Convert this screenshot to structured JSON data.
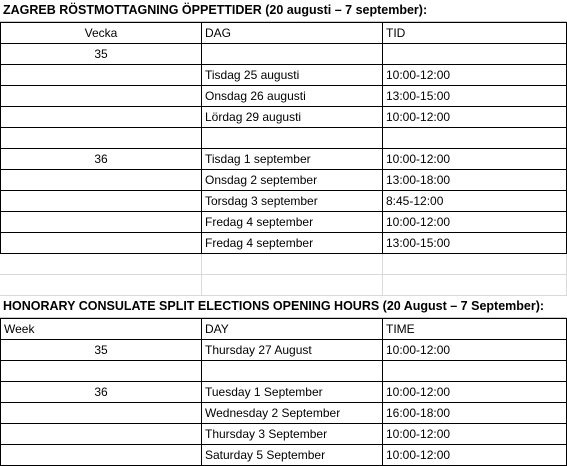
{
  "section1": {
    "title": "ZAGREB RÖSTMOTTAGNING ÖPPETTIDER (20 augusti – 7 september):",
    "headers": [
      "Vecka",
      "DAG",
      "TID"
    ],
    "rows": [
      [
        "35",
        "",
        ""
      ],
      [
        "",
        "Tisdag 25 augusti",
        "10:00-12:00"
      ],
      [
        "",
        "Onsdag 26 augusti",
        "13:00-15:00"
      ],
      [
        "",
        "Lördag 29 augusti",
        "10:00-12:00"
      ],
      [
        "",
        "",
        ""
      ],
      [
        "36",
        "Tisdag 1 september",
        "10:00-12:00"
      ],
      [
        "",
        "Onsdag 2 september",
        "13:00-18:00"
      ],
      [
        "",
        "Torsdag 3 september",
        "8:45-12:00"
      ],
      [
        "",
        "Fredag 4 september",
        "10:00-12:00"
      ],
      [
        "",
        "Fredag 4 september",
        "13:00-15:00"
      ]
    ]
  },
  "section2": {
    "title": "HONORARY CONSULATE SPLIT ELECTIONS OPENING HOURS (20 August – 7 September):",
    "headers": [
      "Week",
      "DAY",
      "TIME"
    ],
    "rows": [
      [
        "35",
        "Thursday 27 August",
        "10:00-12:00"
      ],
      [
        "",
        "",
        ""
      ],
      [
        "36",
        "Tuesday 1 September",
        "10:00-12:00"
      ],
      [
        "",
        "Wednesday 2 September",
        "16:00-18:00"
      ],
      [
        "",
        "Thursday 3 September",
        "10:00-12:00"
      ],
      [
        "",
        "Saturday 5 September",
        "10:00-12:00"
      ]
    ]
  }
}
